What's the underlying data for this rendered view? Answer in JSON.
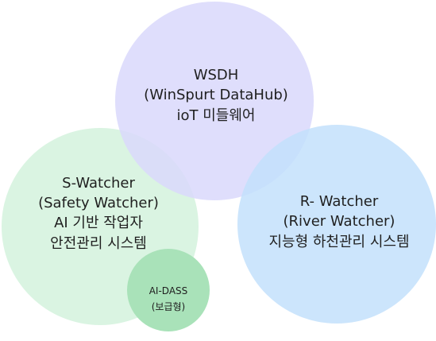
{
  "diagram": {
    "nodes": [
      {
        "id": "wsdh",
        "lines": [
          "WSDH",
          "(WinSpurt DataHub)",
          "ioT 미들웨어"
        ],
        "color": "#d9d8fb"
      },
      {
        "id": "s-watcher",
        "lines": [
          "S-Watcher",
          "(Safety Watcher)",
          "AI 기반 작업자",
          "안전관리 시스템"
        ],
        "color": "#d3f2dd"
      },
      {
        "id": "r-watcher",
        "lines": [
          "R- Watcher",
          "(River Watcher)",
          "지능형 하천관리 시스템"
        ],
        "color": "#c3e0fb"
      },
      {
        "id": "ai-dass",
        "lines": [
          "AI-DASS",
          "(보급형)"
        ],
        "color": "#a9e2b9"
      }
    ]
  }
}
